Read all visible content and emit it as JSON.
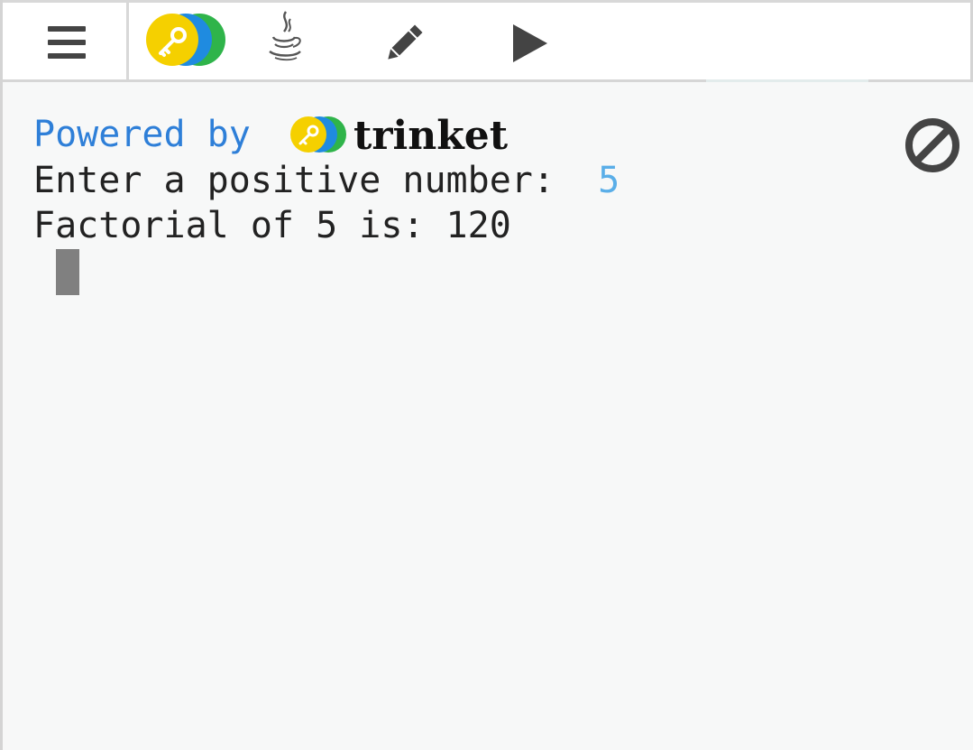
{
  "toolbar": {
    "menu_icon": "hamburger-menu-icon",
    "logo_icon": "trinket-logo-icon",
    "java_icon": "java-cup-icon",
    "edit_icon": "pencil-icon",
    "run_icon": "play-icon"
  },
  "console": {
    "powered_by": "Powered by",
    "brand_name": "trinket",
    "prompt_text": "Enter a positive number:  ",
    "input_value": "5",
    "result_text": "Factorial of 5 is: 120",
    "clear_icon": "clear-console-icon"
  },
  "colors": {
    "powered_by_blue": "#2e7fd8",
    "input_value_blue": "#5aaee8",
    "logo_yellow": "#f5d000",
    "logo_blue": "#1f8be0",
    "logo_green": "#2fb44a",
    "icon_gray": "#444444",
    "cursor_gray": "#808080"
  }
}
